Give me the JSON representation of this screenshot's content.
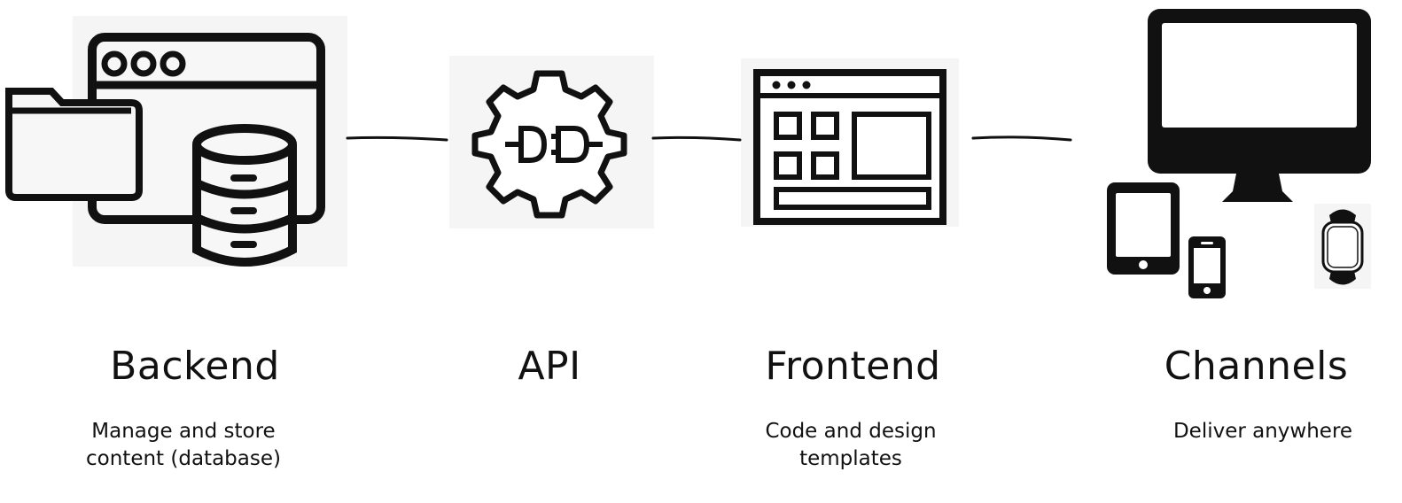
{
  "stages": [
    {
      "id": "backend",
      "title": "Backend",
      "desc_lines": [
        "Manage and store",
        "content (database)"
      ],
      "icon": "database-window-folder-icon"
    },
    {
      "id": "api",
      "title": "API",
      "desc_lines": [],
      "icon": "gear-plug-icon"
    },
    {
      "id": "frontend",
      "title": "Frontend",
      "desc_lines": [
        "Code and design",
        "templates"
      ],
      "icon": "browser-layout-icon"
    },
    {
      "id": "channels",
      "title": "Channels",
      "desc_lines": [
        "Deliver anywhere"
      ],
      "icon": "devices-icon"
    }
  ],
  "colors": {
    "stroke": "#111111",
    "icon_bg": "#f5f5f5",
    "text": "#111111"
  }
}
